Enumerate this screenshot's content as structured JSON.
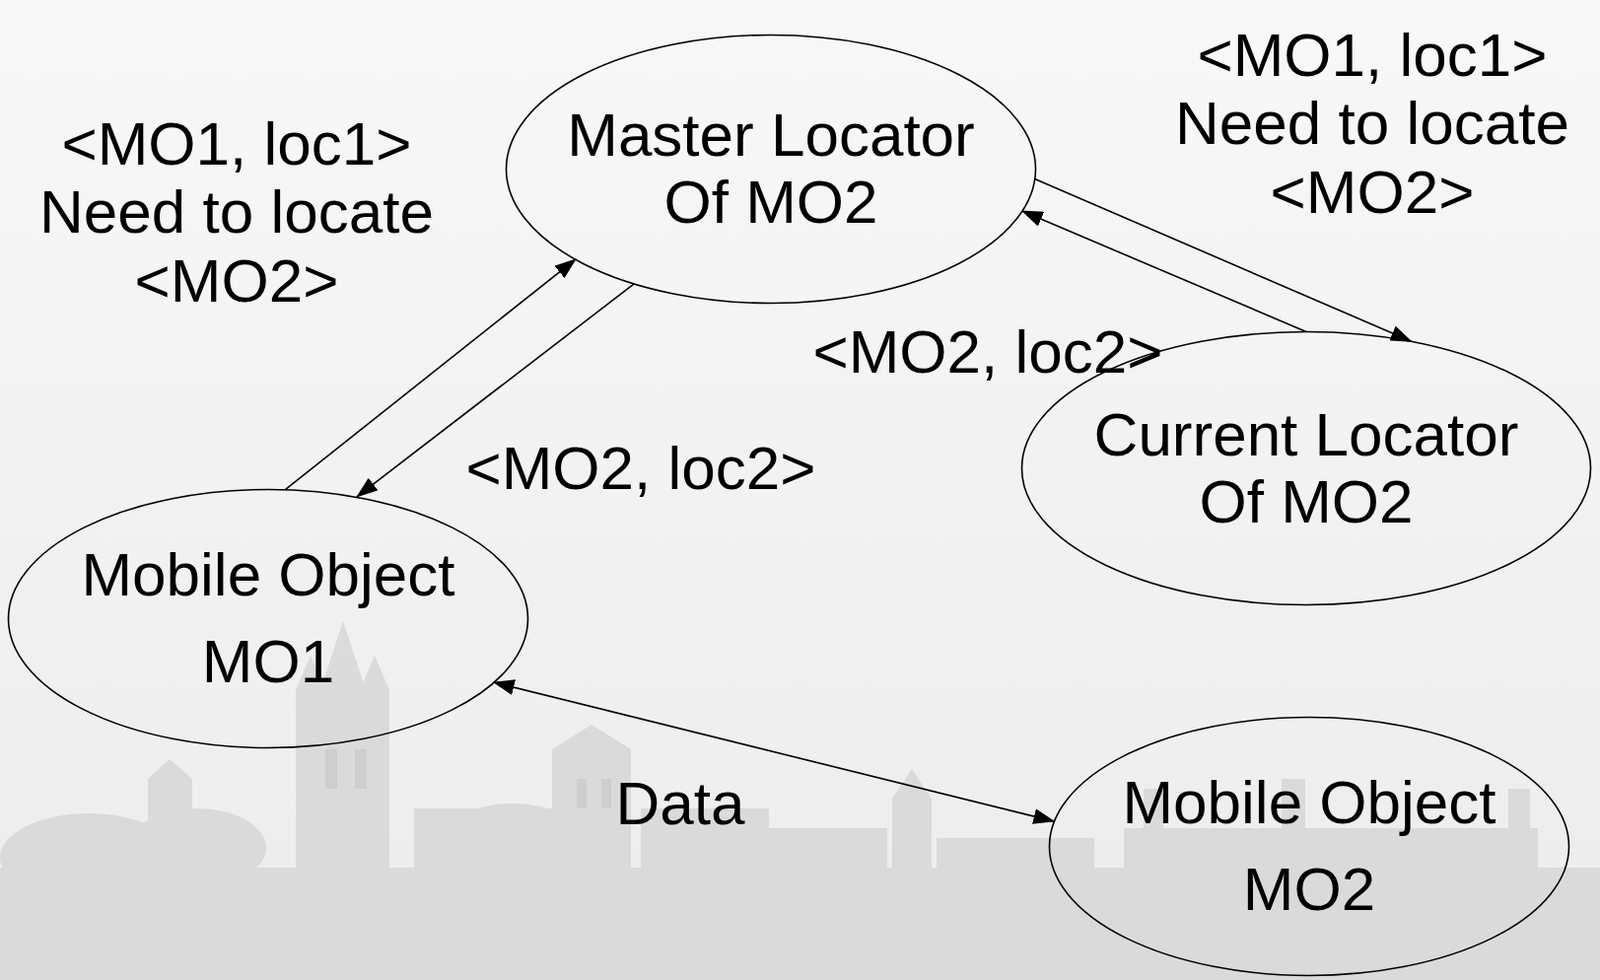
{
  "diagram": {
    "nodes": [
      {
        "text": [
          "Master Locator Of MO2"
        ]
      },
      {
        "text": [
          "Current Locator Of MO2"
        ]
      },
      {
        "text": [
          "Mobile Object",
          "MO1"
        ]
      },
      {
        "text": [
          "Mobile Object",
          "MO2"
        ]
      }
    ],
    "edges": [
      {
        "from": 2,
        "to": 0,
        "arrow": "to",
        "label": "<MO1, loc1> Need to locate <MO2>"
      },
      {
        "from": 0,
        "to": 2,
        "arrow": "to",
        "label": "<MO2, loc2>"
      },
      {
        "from": 0,
        "to": 1,
        "arrow": "to",
        "label": "<MO1, loc1> Need to locate <MO2>"
      },
      {
        "from": 1,
        "to": 0,
        "arrow": "to",
        "label": "<MO2, loc2>"
      },
      {
        "from": 2,
        "to": 3,
        "arrow": "both",
        "label": "Data"
      }
    ]
  }
}
